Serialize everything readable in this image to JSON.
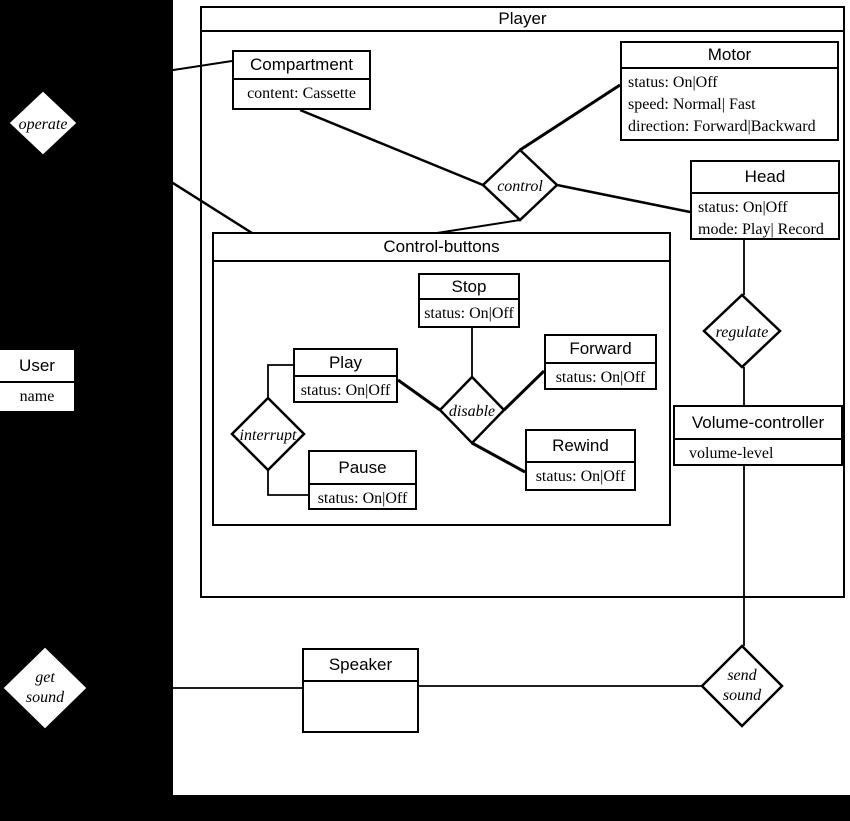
{
  "colors": {
    "background": "#000000",
    "canvas": "#ffffff",
    "line": "#000000"
  },
  "player": {
    "name": "Player"
  },
  "entities": {
    "compartment": {
      "name": "Compartment",
      "attrs": [
        "content: Cassette"
      ]
    },
    "motor": {
      "name": "Motor",
      "attrs": [
        "status: On|Off",
        "speed: Normal| Fast",
        "direction: Forward|Backward"
      ]
    },
    "head": {
      "name": "Head",
      "attrs": [
        "status: On|Off",
        "mode: Play| Record"
      ]
    },
    "control_buttons": {
      "name": "Control-buttons"
    },
    "stop": {
      "name": "Stop",
      "attrs": [
        "status: On|Off"
      ]
    },
    "play": {
      "name": "Play",
      "attrs": [
        "status: On|Off"
      ]
    },
    "forward": {
      "name": "Forward",
      "attrs": [
        "status: On|Off"
      ]
    },
    "pause": {
      "name": "Pause",
      "attrs": [
        "status: On|Off"
      ]
    },
    "rewind": {
      "name": "Rewind",
      "attrs": [
        "status: On|Off"
      ]
    },
    "volume_controller": {
      "name": "Volume-controller",
      "attrs": [
        "volume-level"
      ]
    },
    "speaker": {
      "name": "Speaker"
    },
    "user": {
      "name": "User",
      "attrs": [
        "name"
      ]
    }
  },
  "relationships": {
    "operate": {
      "label": "operate"
    },
    "control": {
      "label": "control"
    },
    "interrupt": {
      "label": "interrupt"
    },
    "disable": {
      "label": "disable"
    },
    "regulate": {
      "label": "regulate"
    },
    "get_sound": {
      "label_line1": "get",
      "label_line2": "sound"
    },
    "send_sound": {
      "label_line1": "send",
      "label_line2": "sound"
    }
  }
}
